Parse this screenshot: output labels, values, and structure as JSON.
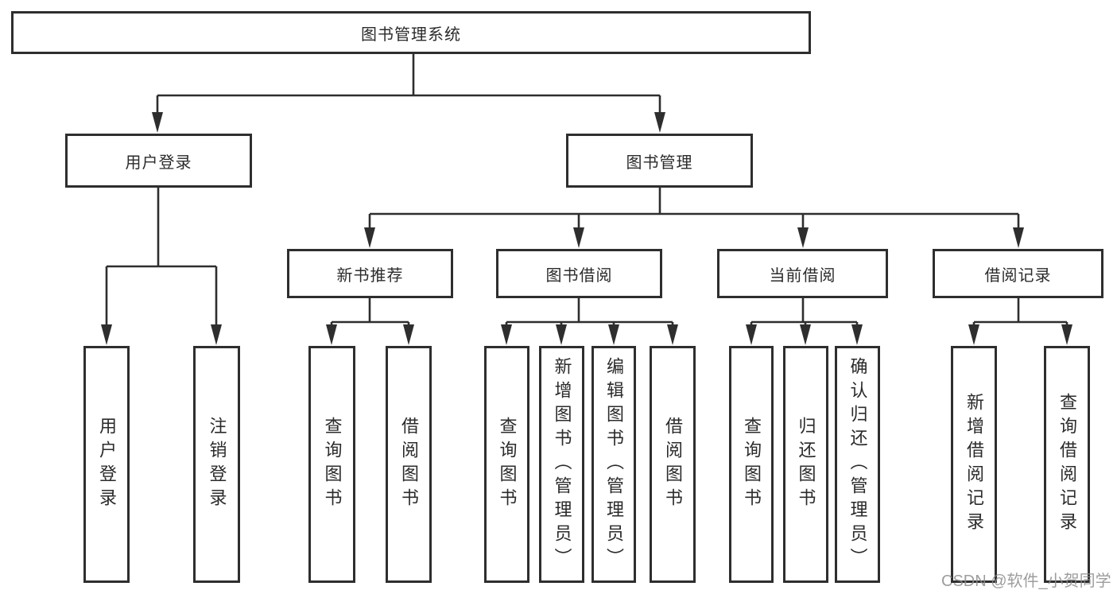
{
  "diagram": {
    "root": "图书管理系统",
    "level2": [
      {
        "label": "用户登录",
        "children": [
          {
            "label": "用户登录"
          },
          {
            "label": "注销登录"
          }
        ]
      },
      {
        "label": "图书管理",
        "children": [
          {
            "label": "新书推荐",
            "children": [
              {
                "label": "查询图书"
              },
              {
                "label": "借阅图书"
              }
            ]
          },
          {
            "label": "图书借阅",
            "children": [
              {
                "label": "查询图书"
              },
              {
                "label": "新增图书（管理员）"
              },
              {
                "label": "编辑图书（管理员）"
              },
              {
                "label": "借阅图书"
              }
            ]
          },
          {
            "label": "当前借阅",
            "children": [
              {
                "label": "查询图书"
              },
              {
                "label": "归还图书"
              },
              {
                "label": "确认归还（管理员）"
              }
            ]
          },
          {
            "label": "借阅记录",
            "children": [
              {
                "label": "新增借阅记录"
              },
              {
                "label": "查询借阅记录"
              }
            ]
          }
        ]
      }
    ]
  },
  "watermark": "CSDN @软件_小贺同学",
  "colors": {
    "line": "#2e2e2e",
    "box_border": "#2e2e2e",
    "text": "#2b2b2b",
    "watermark": "#8c8c8c",
    "background": "#ffffff"
  }
}
